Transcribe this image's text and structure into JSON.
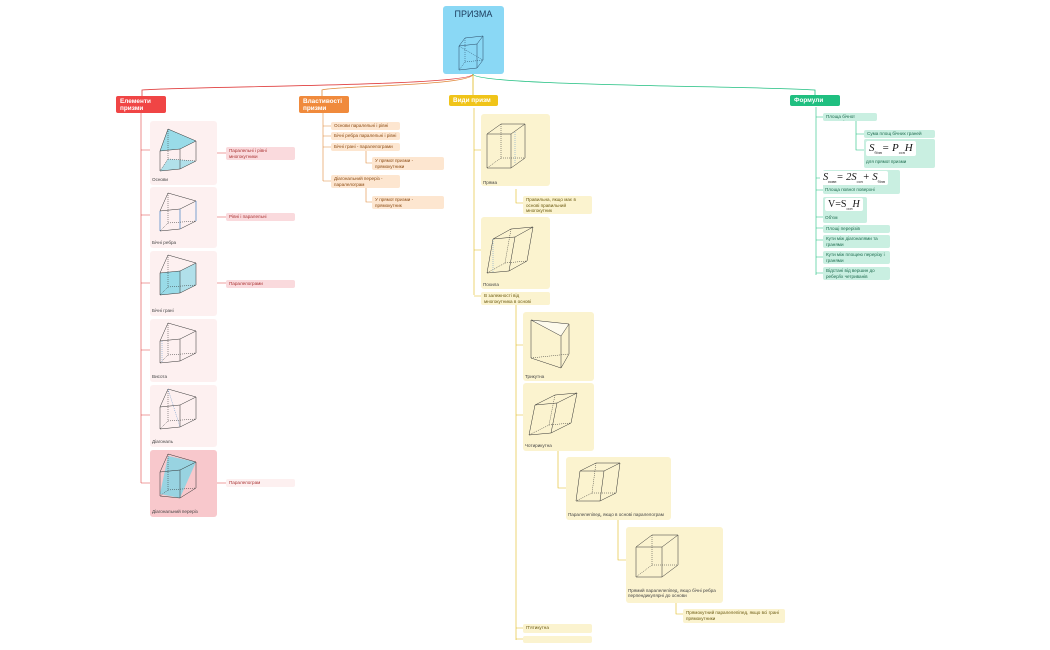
{
  "root": {
    "title": "ПРИЗМА"
  },
  "branches": {
    "elements": {
      "label": "Елементи призми",
      "color": "#f04545",
      "cards": [
        {
          "caption": "Основи",
          "leaf": "Паралельні і рівні многокутники"
        },
        {
          "caption": "Бічні ребра",
          "leaf": "Рівні і паралельні"
        },
        {
          "caption": "Бічні грані",
          "leaf": "Паралелограми"
        },
        {
          "caption": "Висота",
          "leaf": ""
        },
        {
          "caption": "Діагональ",
          "leaf": ""
        },
        {
          "caption": "Діагональний переріз",
          "leaf": "Паралелограм"
        }
      ]
    },
    "properties": {
      "label": "Властивості призми",
      "color": "#f08a3c",
      "items": [
        "Основи паралельні і рівні",
        "Бічні ребра паралельні і рівні",
        "Бічні грані - паралелограми",
        "У прямої призми - прямокутники",
        "Діагональний переріз - паралелограм",
        "У прямої призми - прямокутник"
      ]
    },
    "types": {
      "label": "Види призм",
      "color": "#f0c419",
      "straight_caption": "Пряма",
      "regular_note": "Правильна, якщо має в основі правильний многокутник",
      "oblique_caption": "Похила",
      "by_polygon": "В залежності від многокутника в основі",
      "triangular": "Трикутна",
      "quadrilateral": "Чотирикутна",
      "parallelepiped": "Паралелепіпед, якщо в основі паралелограм",
      "right_parallelepiped": "Прямий паралелепіпед, якщо бічні ребра перпендикулярні до основи",
      "rect_parallelepiped": "Прямокутний паралелепіпед, якщо всі грані прямокутники",
      "pentagonal": "П'ятикутна"
    },
    "formulas": {
      "label": "Формули",
      "color": "#1fbf80",
      "lateral_area": "Площа бічної поверхні",
      "lateral_sum": "Сума площ бічних граней",
      "lateral_formula_s": "S",
      "lateral_formula_sub": "бічн",
      "lateral_formula_eq": "= P",
      "lateral_formula_sub2": "осн",
      "lateral_formula_h": "H",
      "for_right": "для прямої призми",
      "full_formula_s": "S",
      "full_formula_sub": "повн",
      "full_formula_eq": "= 2S",
      "full_formula_sub2": "осн",
      "full_formula_plus": "+ S",
      "full_formula_sub3": "бічн",
      "full_area": "Площа повної поверхні",
      "volume_formula_v": "V=S",
      "volume_formula_sub": "осн",
      "volume_formula_h": "H",
      "volume": "Об'єм",
      "sections": "Площі перерізів",
      "angle_diag": "Кути між діагоналями та гранями",
      "angle_section": "Кути між площею перерізу і гранями",
      "distance": "Відстані від вершин до ребер/іх четриванів"
    }
  },
  "colors": {
    "root_bg": "#8ad8f5",
    "red": "#f04545",
    "orange": "#f08a3c",
    "yellow": "#f0c419",
    "green": "#1fbf80",
    "cyan_face": "#7fd6e6"
  }
}
